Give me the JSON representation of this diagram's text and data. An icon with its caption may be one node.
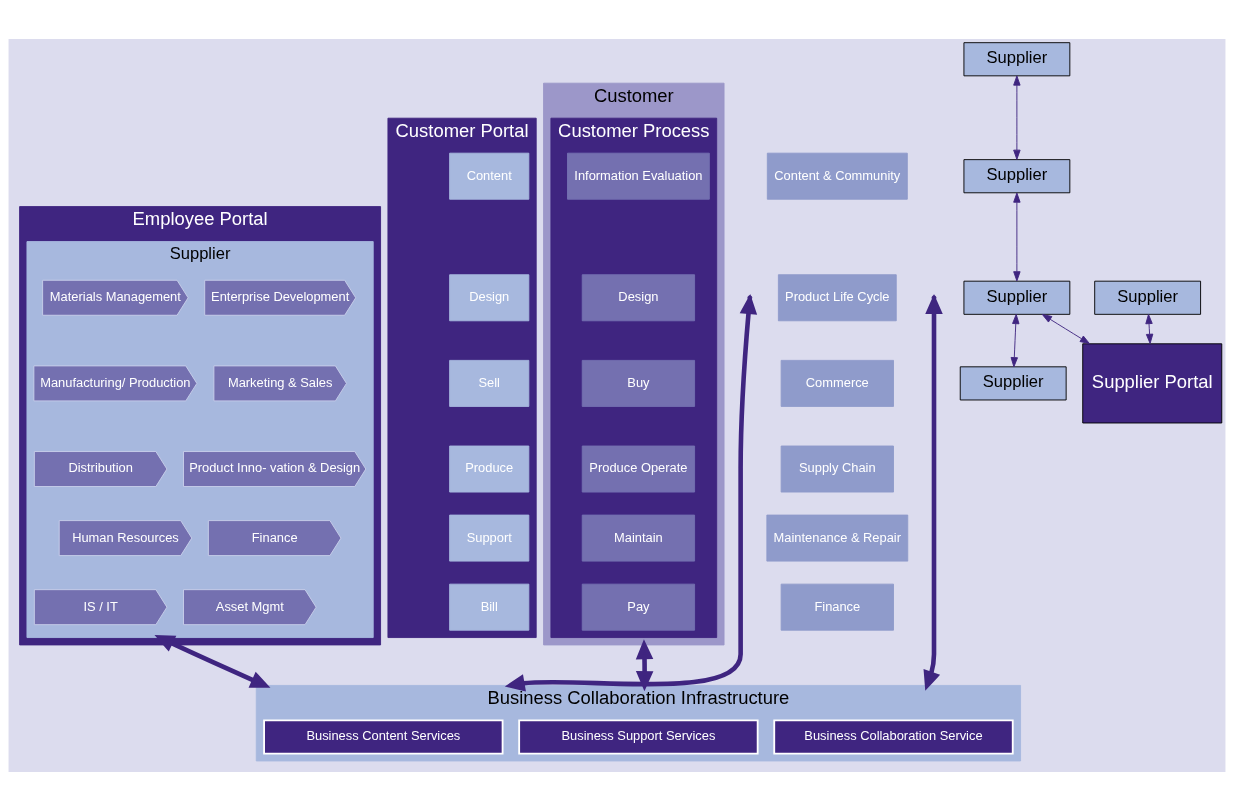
{
  "diagram": {
    "nodes": [
      {
        "text": [
          "Supplier"
        ]
      },
      {
        "text": [
          "Supplier"
        ]
      },
      {
        "text": [
          "Supplier"
        ]
      },
      {
        "text": [
          "Supplier"
        ]
      },
      {
        "text": [
          "Supplier"
        ]
      },
      {
        "text": [
          "Supplier Portal"
        ]
      },
      {
        "text": [
          "Employee Portal"
        ]
      },
      {
        "text": [
          "Supplier"
        ],
        "in": 6
      },
      {
        "text": [
          "Materials Management"
        ],
        "in": 7
      },
      {
        "text": [
          "Enterprise Development"
        ],
        "in": 7
      },
      {
        "text": [
          "Manufacturing/ Production"
        ],
        "in": 7
      },
      {
        "text": [
          "Marketing & Sales"
        ],
        "in": 7
      },
      {
        "text": [
          "Distribution"
        ],
        "in": 7
      },
      {
        "text": [
          "Product Inno- vation & Design"
        ],
        "in": 7
      },
      {
        "text": [
          "Human Resources"
        ],
        "in": 7
      },
      {
        "text": [
          "Finance"
        ],
        "in": 7
      },
      {
        "text": [
          "Asset Mgmt"
        ],
        "in": 7
      },
      {
        "text": [
          "IS / IT"
        ],
        "in": 7
      },
      {
        "text": [
          "Customer Portal"
        ]
      },
      {
        "text": [
          "Content"
        ],
        "in": 18
      },
      {
        "text": [
          "Design"
        ],
        "in": 18
      },
      {
        "text": [
          "Sell"
        ],
        "in": 18
      },
      {
        "text": [
          "Produce"
        ],
        "in": 18
      },
      {
        "text": [
          "Support"
        ],
        "in": 18
      },
      {
        "text": [
          "Bill"
        ],
        "in": 18
      },
      {
        "text": [
          "Content & Community"
        ]
      },
      {
        "text": [
          "Product Life Cycle"
        ]
      },
      {
        "text": [
          "Commerce"
        ]
      },
      {
        "text": [
          "Supply Chain"
        ]
      },
      {
        "text": [
          "Maintenance & Repair"
        ]
      },
      {
        "text": [
          "Finance"
        ]
      },
      {
        "text": [
          "Customer"
        ]
      },
      {
        "text": [
          "Customer Process"
        ],
        "in": 31
      },
      {
        "text": [
          "Information Evaluation"
        ],
        "in": 32
      },
      {
        "text": [
          "Design"
        ],
        "in": 32
      },
      {
        "text": [
          "Buy"
        ],
        "in": 32
      },
      {
        "text": [
          "Produce Operate"
        ],
        "in": 32
      },
      {
        "text": [
          "Maintain"
        ],
        "in": 32
      },
      {
        "text": [
          "Pay"
        ],
        "in": 32
      },
      {
        "text": [
          "Business Collaboration Infrastructure"
        ]
      },
      {
        "text": [
          "Business Collaboration Service"
        ],
        "in": 39
      },
      {
        "text": [
          "Business Content Services"
        ],
        "in": 39
      },
      {
        "text": [
          "Business Support Services"
        ],
        "in": 39
      }
    ],
    "edges": [
      {
        "from": 0,
        "to": 1,
        "arrow": "both"
      },
      {
        "from": 1,
        "to": 2,
        "arrow": "both"
      },
      {
        "from": 2,
        "to": 3,
        "arrow": "both"
      },
      {
        "from": 2,
        "to": 5,
        "arrow": "both"
      },
      {
        "from": 4,
        "to": 5,
        "arrow": "both"
      },
      {
        "from": null,
        "to": 39,
        "arrow": "both",
        "style": "thick"
      },
      {
        "from": null,
        "to": 39,
        "arrow": "both",
        "style": "thick"
      },
      {
        "from": 7,
        "to": 39,
        "arrow": "both",
        "style": "thick"
      },
      {
        "from": 31,
        "to": 39,
        "arrow": "both",
        "style": "thick"
      }
    ]
  }
}
